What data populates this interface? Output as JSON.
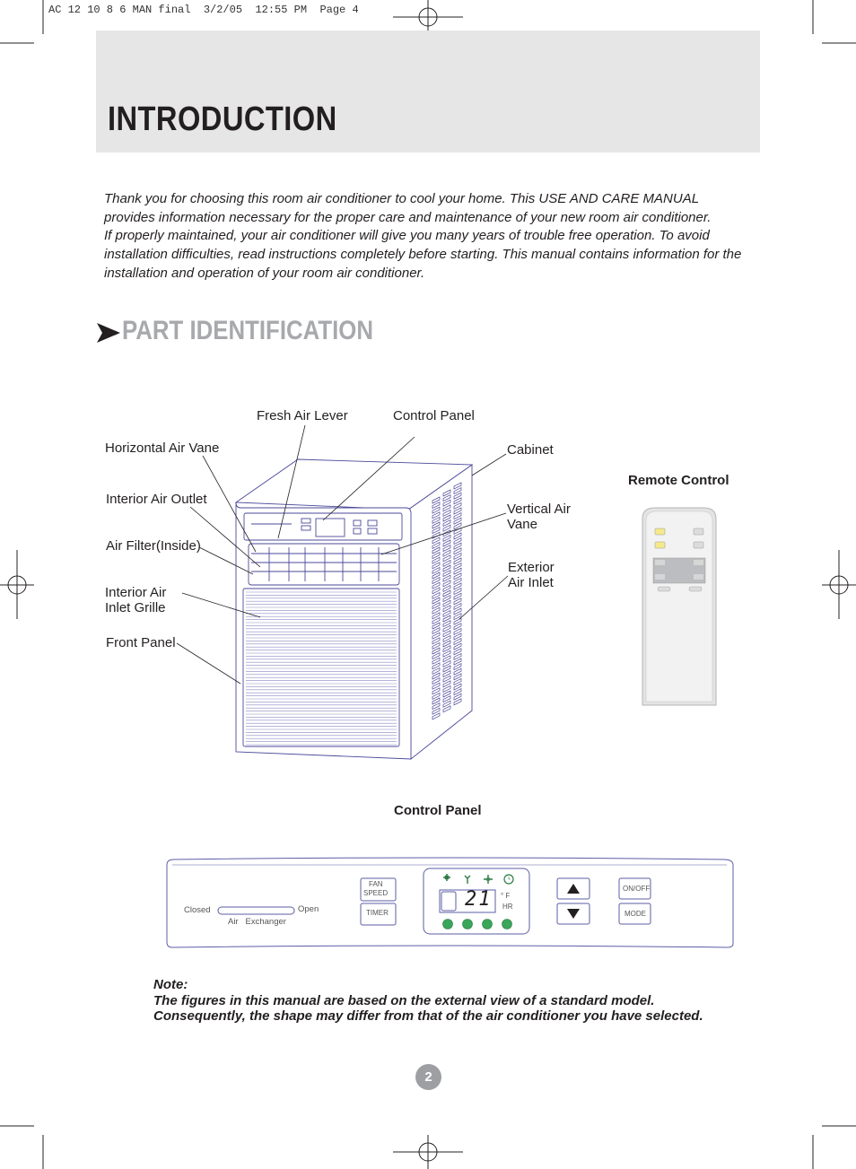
{
  "slug_line": "AC 12 10 8 6 MAN final  3/2/05  12:55 PM  Page 4",
  "title": "INTRODUCTION",
  "intro_lines": [
    "Thank you for choosing this room air conditioner to cool your home. This USE AND CARE MANUAL",
    "provides  information necessary for the proper care and maintenance of your new room air conditioner.",
    "If properly maintained, your air conditioner will give you many years of trouble free operation. To avoid",
    "installation difficulties, read instructions completely before starting. This manual contains information for the",
    "installation and operation of your room air conditioner."
  ],
  "section_title": "PART IDENTIFICATION",
  "part_labels": {
    "fresh_air_lever": "Fresh Air Lever",
    "control_panel": "Control Panel",
    "horizontal_air_vane": "Horizontal Air Vane",
    "cabinet": "Cabinet",
    "interior_air_outlet": "Interior Air Outlet",
    "vertical_air_vane_1": "Vertical Air",
    "vertical_air_vane_2": "Vane",
    "air_filter": "Air Filter(Inside)",
    "exterior_air_inlet_1": "Exterior",
    "exterior_air_inlet_2": "Air Inlet",
    "interior_inlet_grille_1": "Interior Air",
    "interior_inlet_grille_2": "Inlet Grille",
    "front_panel": "Front Panel"
  },
  "remote_control_title": "Remote Control",
  "control_panel_title": "Control Panel",
  "panel": {
    "closed": "Closed",
    "open": "Open",
    "air_exchanger": "Air   Exchanger",
    "fan_speed_1": "FAN",
    "fan_speed_2": "SPEED",
    "timer": "TIMER",
    "display": "21",
    "unit_f": "° F",
    "unit_hr": "HR",
    "on_off": "ON/OFF",
    "mode": "MODE"
  },
  "note_lines": [
    "Note:",
    "The figures in this manual are based on the external view of a standard model.",
    "Consequently, the shape may differ from that of the air conditioner you have selected."
  ],
  "page_number": "2",
  "colors": {
    "header_band": "#e6e6e7",
    "section_title": "#a7a9ac",
    "diagram_line": "#4b4a9a",
    "panel_line": "#5b5ea6",
    "icon_green": "#3aa65a"
  }
}
